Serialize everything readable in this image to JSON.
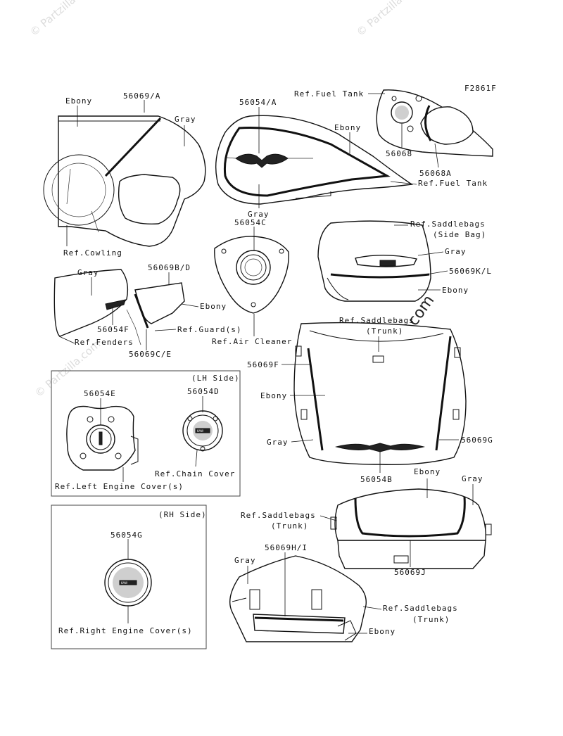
{
  "diagram": {
    "figure_code": "F2861F",
    "watermark": "© Partzilla.com",
    "groups": {
      "lh_side": "(LH Side)",
      "rh_side": "(RH Side)"
    },
    "labels": {
      "p56069A": "56069/A",
      "ebony_top": "Ebony",
      "gray_cowl": "Gray",
      "p56054A": "56054/A",
      "ref_fuel_tank_1": "Ref.Fuel Tank",
      "ebony_tank": "Ebony",
      "p56068": "56068",
      "p56068A": "56068A",
      "ref_fuel_tank_2": "Ref.Fuel Tank",
      "gray_tank": "Gray",
      "p56054C": "56054C",
      "ref_cowling": "Ref.Cowling",
      "ref_saddlebags_side_1": "Ref.Saddlebags",
      "ref_saddlebags_side_2": "(Side Bag)",
      "gray_sidebag": "Gray",
      "p56069KL": "56069K/L",
      "ebony_sidebag": "Ebony",
      "gray_fender": "Gray",
      "p56069BD": "56069B/D",
      "ebony_guard": "Ebony",
      "p56054F": "56054F",
      "ref_guards": "Ref.Guard(s)",
      "ref_fenders": "Ref.Fenders",
      "ref_air_cleaner": "Ref.Air Cleaner",
      "p56069CE": "56069C/E",
      "ref_saddlebags_trunk_1": "Ref.Saddlebags",
      "ref_saddlebags_trunk_1b": "(Trunk)",
      "p56069F": "56069F",
      "ebony_trunk": "Ebony",
      "gray_trunk": "Gray",
      "p56069G": "56069G",
      "p56054B": "56054B",
      "p56054E": "56054E",
      "p56054D": "56054D",
      "ref_chain_cover": "Ref.Chain Cover",
      "ref_left_engine": "Ref.Left Engine Cover(s)",
      "ebony_trunk2": "Ebony",
      "gray_trunk2": "Gray",
      "ref_saddlebags_trunk_2": "Ref.Saddlebags",
      "ref_saddlebags_trunk_2b": "(Trunk)",
      "p56054G": "56054G",
      "p56069HI": "56069H/I",
      "gray_trunk3": "Gray",
      "p56069J": "56069J",
      "ref_saddlebags_trunk_3": "Ref.Saddlebags",
      "ref_saddlebags_trunk_3b": "(Trunk)",
      "ebony_trunk3": "Ebony",
      "ref_right_engine": "Ref.Right Engine Cover(s)"
    },
    "colors": {
      "line": "#111111",
      "shade": "#cfcfcf",
      "watermark": "#dcdcdc"
    }
  }
}
